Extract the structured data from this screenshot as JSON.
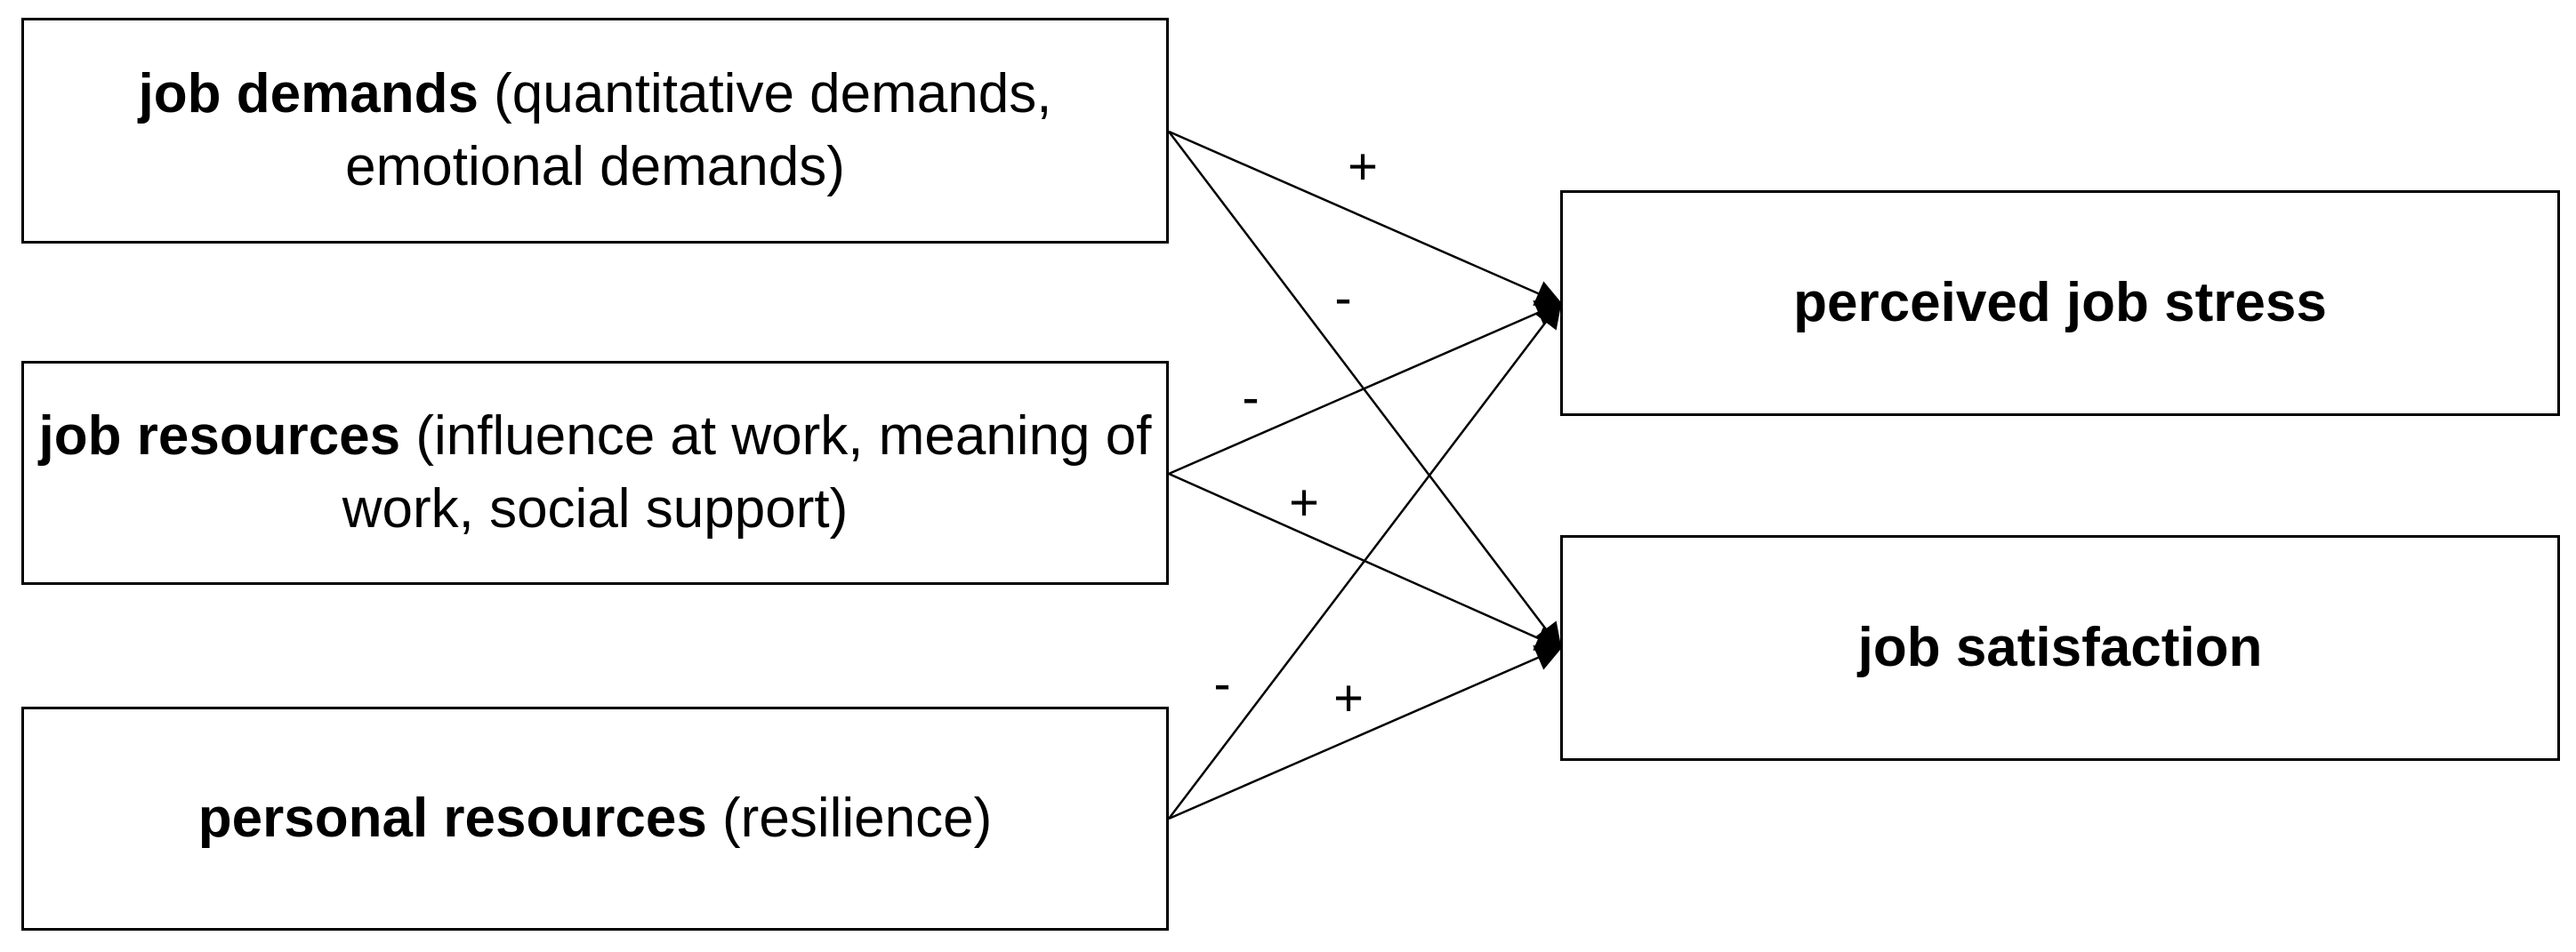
{
  "nodes": {
    "job_demands": {
      "label": "job demands",
      "detail": " (quantitative demands, emotional demands)"
    },
    "job_resources": {
      "label": "job resources",
      "detail": " (influence at work, meaning of work, social support)"
    },
    "personal_resources": {
      "label": "personal resources",
      "detail": " (resilience)"
    },
    "perceived_job_stress": {
      "label": "perceived job stress"
    },
    "job_satisfaction": {
      "label": "job satisfaction"
    }
  },
  "edges": [
    {
      "from": "job_demands",
      "to": "perceived_job_stress",
      "sign": "+"
    },
    {
      "from": "job_demands",
      "to": "job_satisfaction",
      "sign": "-"
    },
    {
      "from": "job_resources",
      "to": "perceived_job_stress",
      "sign": "-"
    },
    {
      "from": "job_resources",
      "to": "job_satisfaction",
      "sign": "+"
    },
    {
      "from": "personal_resources",
      "to": "perceived_job_stress",
      "sign": "-"
    },
    {
      "from": "personal_resources",
      "to": "job_satisfaction",
      "sign": "+"
    }
  ],
  "colors": {
    "line": "#000000",
    "background": "#ffffff"
  }
}
